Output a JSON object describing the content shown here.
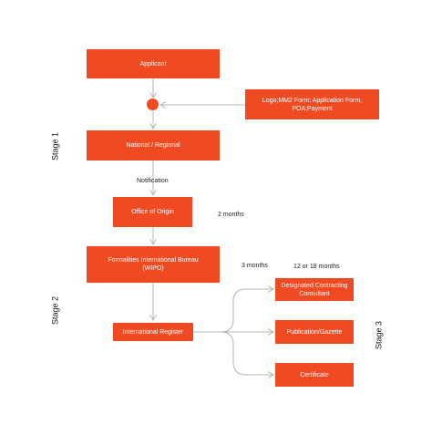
{
  "colors": {
    "box_fill": "#f04a23",
    "box_text": "#ffffff",
    "connector": "#b5b5b5",
    "label_text": "#222222"
  },
  "boxes": {
    "applicant": "Applicant",
    "documents": "Logo;MM2 Form; Application Form,\nPOA;Payment",
    "national_regional": "National / Regional",
    "office_of_origin": "Office of Origin",
    "formalities_bureau": "Formalities International Bureau\n(WIPO)",
    "international_register": "International Register",
    "designated_consultant": "Designated Contracting\nConsultant",
    "publication_gazette": "Publication/Gazette",
    "certificate": "Certificate"
  },
  "labels": {
    "notification": "Notification",
    "two_months": "2 months",
    "three_months": "3 months",
    "twelve_or_eighteen_months": "12 or 18 months"
  },
  "stages": {
    "stage1": "Stage 1",
    "stage2": "Stage 2",
    "stage3": "Stage 3"
  }
}
